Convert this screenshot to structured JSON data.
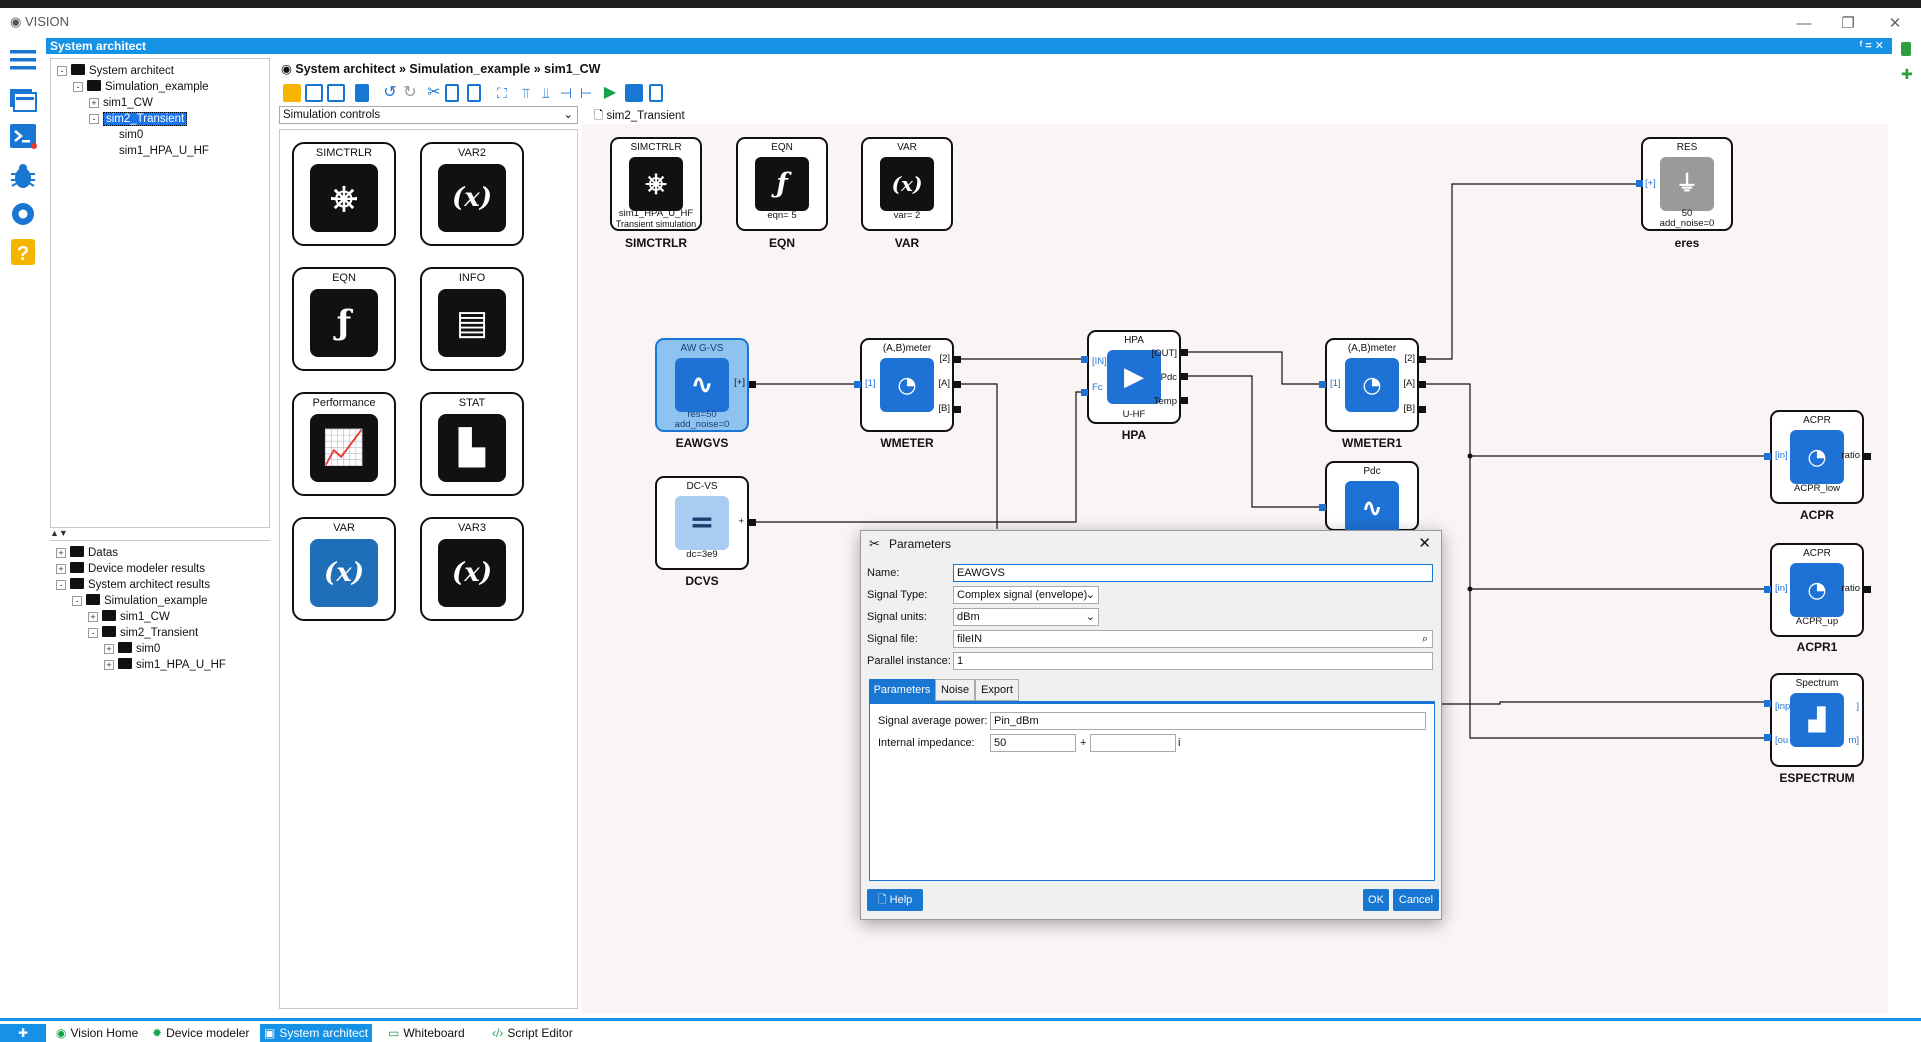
{
  "app": {
    "title": "VISION",
    "panel_title": "System architect"
  },
  "tree_top": [
    {
      "label": "System architect",
      "depth": 0,
      "exp": "-"
    },
    {
      "label": "Simulation_example",
      "depth": 1,
      "exp": "-"
    },
    {
      "label": "sim1_CW",
      "depth": 2,
      "exp": "+"
    },
    {
      "label": "sim2_Transient",
      "depth": 2,
      "exp": "-"
    },
    {
      "label": "sim0",
      "depth": 3,
      "exp": ""
    },
    {
      "label": "sim1_HPA_U_HF",
      "depth": 3,
      "exp": ""
    }
  ],
  "tree_bottom": [
    {
      "label": "Datas",
      "depth": 0,
      "exp": "+"
    },
    {
      "label": "Device modeler results",
      "depth": 0,
      "exp": "+"
    },
    {
      "label": "System architect results",
      "depth": 0,
      "exp": "-"
    },
    {
      "label": "Simulation_example",
      "depth": 1,
      "exp": "-"
    },
    {
      "label": "sim1_CW",
      "depth": 2,
      "exp": "+"
    },
    {
      "label": "sim2_Transient",
      "depth": 2,
      "exp": "-"
    },
    {
      "label": "sim0",
      "depth": 3,
      "exp": "+"
    },
    {
      "label": "sim1_HPA_U_HF",
      "depth": 3,
      "exp": "+"
    }
  ],
  "breadcrumb": {
    "a": "System architect",
    "b": "Simulation_example",
    "c": "sim1_CW",
    "sep": "»"
  },
  "sim_controls": "Simulation controls",
  "palette": [
    {
      "label": "SIMCTRLR",
      "glyph": "⎈"
    },
    {
      "label": "VAR2",
      "glyph": "(x)"
    },
    {
      "label": "EQN",
      "glyph": "ƒ"
    },
    {
      "label": "INFO",
      "glyph": "▤"
    },
    {
      "label": "Performance",
      "glyph": "📈"
    },
    {
      "label": "STAT",
      "glyph": "▙"
    },
    {
      "label": "VAR",
      "glyph": "(x)"
    },
    {
      "label": "VAR3",
      "glyph": "(x)"
    }
  ],
  "canvas_tab": "sim2_Transient",
  "blocks": {
    "simctrlr": {
      "head": "SIMCTRLR",
      "sub": "sim1_HPA_U_HF",
      "sub2": "Transient simulation",
      "name": "SIMCTRLR",
      "glyph": "⎈"
    },
    "eqn": {
      "head": "EQN",
      "sub": "eqn= 5",
      "name": "EQN",
      "glyph": "ƒ"
    },
    "var": {
      "head": "VAR",
      "sub": "var= 2",
      "name": "VAR",
      "glyph": "(x)"
    },
    "res": {
      "head": "RES",
      "sub": "50",
      "sub2": "add_noise=0",
      "name": "eres",
      "port": "[+]"
    },
    "awgvs": {
      "head": "AW G-VS",
      "sub": "res=50",
      "sub2": "add_noise=0",
      "name": "EAWGVS",
      "port": "[+]"
    },
    "wmeter": {
      "head": "(A,B)meter",
      "name": "WMETER",
      "p1": "[1]",
      "p2": "[2]",
      "pa": "[A]",
      "pb": "[B]"
    },
    "hpa": {
      "head": "HPA",
      "sub": "U-HF",
      "name": "HPA",
      "pin": "[IN]",
      "pfc": "Fc",
      "pout": "[OUT]",
      "ppdc": "Pdc",
      "ptemp": "Temp"
    },
    "wmeter1": {
      "head": "(A,B)meter",
      "name": "WMETER1",
      "p1": "[1]",
      "p2": "[2]",
      "pa": "[A]",
      "pb": "[B]"
    },
    "pdc": {
      "head": "Pdc"
    },
    "dcvs": {
      "head": "DC-VS",
      "sub": "dc=3e9",
      "name": "DCVS",
      "port": "+"
    },
    "acpr": {
      "head": "ACPR",
      "sub": "ACPR_low",
      "name": "ACPR",
      "pin": "[in]",
      "pout": "ratio"
    },
    "acpr1": {
      "head": "ACPR",
      "sub": "ACPR_up",
      "name": "ACPR1",
      "pin": "[in]",
      "pout": "ratio"
    },
    "espectrum": {
      "head": "Spectrum",
      "name": "ESPECTRUM",
      "pin": "[inp]",
      "pout": "[ou",
      "pm": "m]"
    }
  },
  "dialog": {
    "title": "Parameters",
    "name_label": "Name:",
    "name_value": "EAWGVS",
    "signal_type_label": "Signal Type:",
    "signal_type_value": "Complex signal (envelope)",
    "signal_units_label": "Signal units:",
    "signal_units_value": "dBm",
    "signal_file_label": "Signal file:",
    "signal_file_value": "fileIN",
    "parallel_label": "Parallel instance:",
    "parallel_value": "1",
    "tabs": [
      "Parameters",
      "Noise",
      "Export"
    ],
    "power_label": "Signal average power:",
    "power_value": "Pin_dBm",
    "impedance_label": "Internal impedance:",
    "impedance_real": "50",
    "plus": "+",
    "imag_suffix": "i",
    "help": "Help",
    "ok": "OK",
    "cancel": "Cancel"
  },
  "statusbar": [
    {
      "label": "Vision Home",
      "active": false
    },
    {
      "label": "Device modeler",
      "active": false
    },
    {
      "label": "System architect",
      "active": true
    },
    {
      "label": "Whiteboard",
      "active": false
    },
    {
      "label": "Script Editor",
      "active": false
    }
  ],
  "colors": {
    "accent": "#1592e6",
    "selected_block": "#8ec2f0",
    "canvas_bg": "#fbf4f4"
  }
}
